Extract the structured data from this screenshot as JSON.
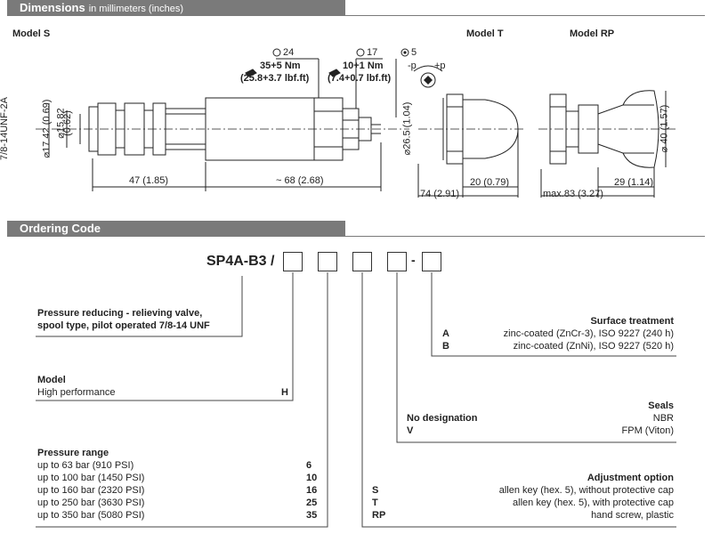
{
  "dimensions": {
    "title": "Dimensions",
    "subtitle": "in millimeters (inches)",
    "model_s": "Model S",
    "model_t": "Model T",
    "model_rp": "Model RP",
    "hex24": "24",
    "torque24": "35+5 Nm",
    "torque24_imp": "(25.8+3.7 lbf.ft)",
    "hex17": "17",
    "torque17": "10+1 Nm",
    "torque17_imp": "(7.4+0.7 lbf.ft)",
    "hex5": "5",
    "minus_p": "-p",
    "plus_p": "+p",
    "thread": "7/8-14UNF-2A",
    "dia1742": "⌀17.42 (0.69)",
    "dia1582": "⌀15.82",
    "dia1582_imp": "(0.62)",
    "dia265": "⌀26.5 (1.04)",
    "dia40": "⌀ 40 (1.57)",
    "dim47": "47 (1.85)",
    "dim68": "~ 68 (2.68)",
    "dim20": "20 (0.79)",
    "dim74": "74 (2.91)",
    "dim29": "29 (1.14)",
    "dimmax83": "max.83 (3.27)"
  },
  "ordering": {
    "title": "Ordering Code",
    "code": "SP4A-B3 /",
    "dash": "-",
    "description_line1": "Pressure reducing - relieving valve,",
    "description_line2": "spool type, pilot operated  7/8-14 UNF",
    "surface": {
      "title": "Surface treatment",
      "options": [
        {
          "code": "A",
          "text": "zinc-coated (ZnCr-3), ISO 9227 (240 h)"
        },
        {
          "code": "B",
          "text": "zinc-coated (ZnNi), ISO 9227 (520 h)"
        }
      ]
    },
    "model": {
      "title": "Model",
      "text": "High performance",
      "code": "H"
    },
    "seals": {
      "title": "Seals",
      "options": [
        {
          "code": "No designation",
          "text": "NBR"
        },
        {
          "code": "V",
          "text": "FPM (Viton)"
        }
      ]
    },
    "pressure": {
      "title": "Pressure range",
      "options": [
        {
          "text": "up to 63 bar   (910 PSI)",
          "code": "6"
        },
        {
          "text": "up to 100 bar (1450 PSI)",
          "code": "10"
        },
        {
          "text": "up to 160 bar (2320 PSI)",
          "code": "16"
        },
        {
          "text": "up to 250 bar (3630 PSI)",
          "code": "25"
        },
        {
          "text": "up to 350 bar (5080 PSI)",
          "code": "35"
        }
      ]
    },
    "adjustment": {
      "title": "Adjustment option",
      "options": [
        {
          "code": "S",
          "text": "allen key (hex. 5), without protective cap"
        },
        {
          "code": "T",
          "text": "allen key (hex. 5), with protective cap"
        },
        {
          "code": "RP",
          "text": "hand screw, plastic"
        }
      ]
    }
  }
}
